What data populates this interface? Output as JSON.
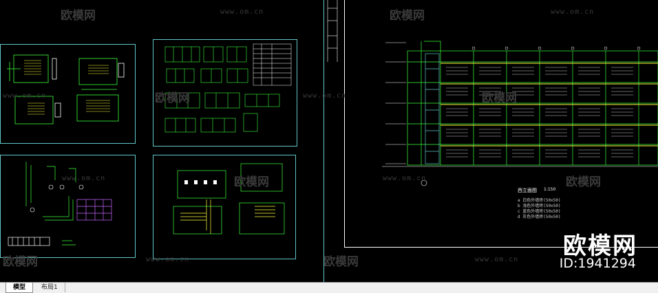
{
  "watermark": {
    "brand": "欧模网",
    "url": "www.om.cn"
  },
  "brand_overlay": {
    "name": "欧模网",
    "id_text": "ID:1941294"
  },
  "legend": {
    "title": "西立面图",
    "scale": "1:150",
    "items": [
      "a 白色外墙砖(50x50)",
      "b 浅色外墙砖(50x50)",
      "c 蓝色外墙砖(50x50)",
      "d 灰色外墙砖(50x50)"
    ]
  },
  "tabs": {
    "model": "模型",
    "layout": "布局1"
  },
  "colors": {
    "background": "#000000",
    "sheet_border": "#63c8c8",
    "drawing_green": "#3cff3c",
    "drawing_yellow": "#ffff3c",
    "drawing_cyan": "#63c8c8",
    "drawing_white": "#ffffff"
  }
}
